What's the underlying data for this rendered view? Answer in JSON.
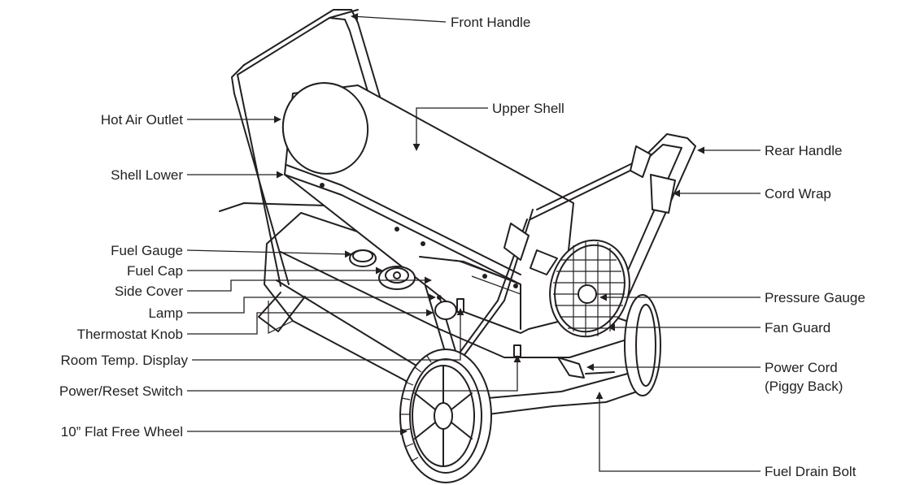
{
  "labels": {
    "front_handle": "Front Handle",
    "hot_air_outlet": "Hot Air Outlet",
    "upper_shell": "Upper Shell",
    "rear_handle": "Rear Handle",
    "shell_lower": "Shell Lower",
    "cord_wrap": "Cord Wrap",
    "fuel_gauge": "Fuel Gauge",
    "fuel_cap": "Fuel Cap",
    "side_cover": "Side Cover",
    "lamp": "Lamp",
    "thermostat_knob": "Thermostat Knob",
    "room_temp_display": "Room Temp. Display",
    "power_reset_switch": "Power/Reset Switch",
    "flat_free_wheel": "10” Flat Free Wheel",
    "pressure_gauge": "Pressure Gauge",
    "fan_guard": "Fan Guard",
    "power_cord_line1": "Power Cord",
    "power_cord_line2": "(Piggy Back)",
    "fuel_drain_bolt": "Fuel Drain Bolt"
  },
  "colors": {
    "line": "#231f20",
    "background": "#ffffff"
  }
}
